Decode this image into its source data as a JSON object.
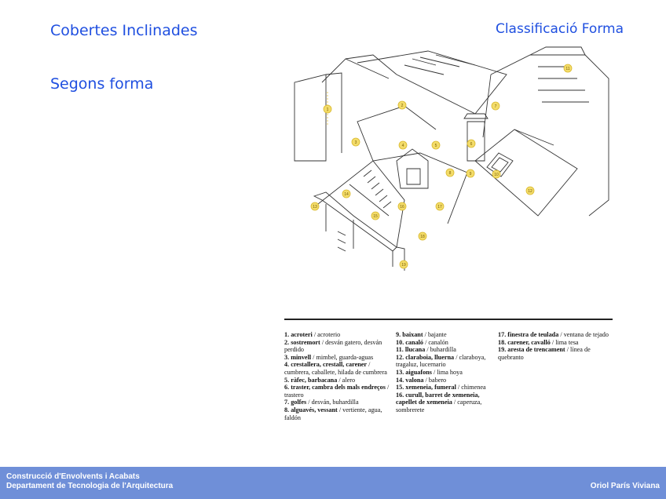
{
  "slide": {
    "title": "Cobertes Inclinades",
    "subtitle": "Segons forma",
    "section": "Classificació Forma"
  },
  "legend": {
    "col1": [
      {
        "term": "1. acroteri",
        "text": " / acroterio"
      },
      {
        "term": "2. sostremort",
        "text": " / desván gatero, desván perdido"
      },
      {
        "term": "3. minvell",
        "text": " / mimbel, guarda-aguas"
      },
      {
        "term": "4. crestallera, crestall, carener",
        "text": " / cumbrera, caballete, hilada de cumbrera"
      },
      {
        "term": "5. ràfec, barbacana",
        "text": " / alero"
      },
      {
        "term": "6. traster, cambra dels mals endreços",
        "text": " / trastero"
      },
      {
        "term": "7. golfes",
        "text": " / desván, buhardilla"
      },
      {
        "term": "8. alguavés, vessant",
        "text": " / vertiente, agua, faldón"
      }
    ],
    "col2": [
      {
        "term": "9. baixant",
        "text": " / bajante"
      },
      {
        "term": "10. canaló",
        "text": " / canalón"
      },
      {
        "term": "11. llucana",
        "text": " / buhardilla"
      },
      {
        "term": "12. claraboia, lluerna",
        "text": " / claraboya, tragaluz, lucernario"
      },
      {
        "term": "13. aiguafons",
        "text": " / lima hoya"
      },
      {
        "term": "14. valona",
        "text": " / babero"
      },
      {
        "term": "15. xemeneia, fumeral",
        "text": " / chimenea"
      },
      {
        "term": "16. curull, barret de xemeneia, capellet de xemeneia",
        "text": " / caperuza, sombrerete"
      }
    ],
    "col3": [
      {
        "term": "17. finestra de teulada",
        "text": " / ventana de tejado"
      },
      {
        "term": "18. carener, cavalló",
        "text": " / lima tesa"
      },
      {
        "term": "19. aresta de trencament",
        "text": " / línea de quebranto"
      }
    ]
  },
  "figure": {
    "markers": [
      "1",
      "2",
      "3",
      "4",
      "5",
      "6",
      "7",
      "8",
      "9",
      "10",
      "11",
      "12",
      "13",
      "14",
      "15",
      "16",
      "17",
      "18",
      "19"
    ]
  },
  "footer": {
    "line1": "Construcció d'Envolvents i Acabats",
    "line2": "Departament de Tecnologia de l'Arquitectura",
    "author": "Oriol París Viviana"
  }
}
